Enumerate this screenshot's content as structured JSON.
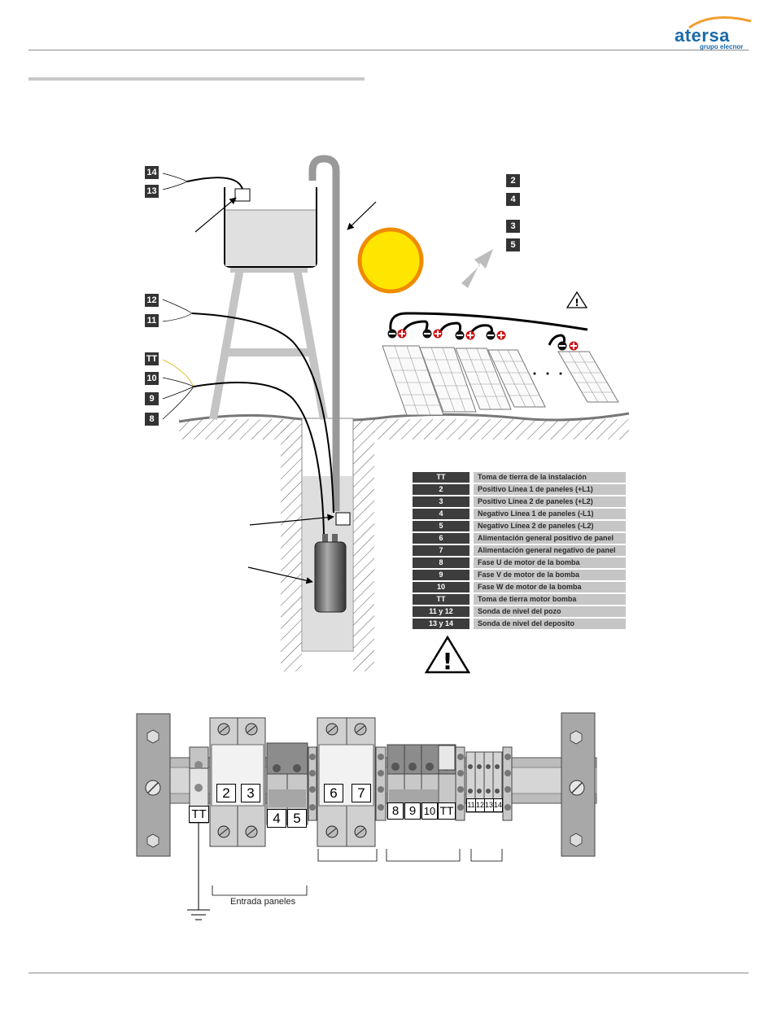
{
  "header": {
    "logo_word": "atersa",
    "logo_sub": "grupo elecnor"
  },
  "diagram_tags": {
    "t14": "14",
    "t13": "13",
    "t12": "12",
    "t11": "11",
    "tTT": "TT",
    "t10": "10",
    "t9": "9",
    "t8": "8",
    "t2": "2",
    "t4": "4",
    "t3": "3",
    "t5": "5"
  },
  "legend": [
    {
      "key": "TT",
      "desc": "Toma de tierra de la instalación"
    },
    {
      "key": "2",
      "desc": "Positivo Línea 1 de paneles (+L1)"
    },
    {
      "key": "3",
      "desc": "Positivo Línea 2 de paneles (+L2)"
    },
    {
      "key": "4",
      "desc": "Negativo Línea 1 de paneles (-L1)"
    },
    {
      "key": "5",
      "desc": "Negativo Línea 2 de paneles (-L2)"
    },
    {
      "key": "6",
      "desc": "Alimentación general positivo de panel"
    },
    {
      "key": "7",
      "desc": "Alimentación general negativo de panel"
    },
    {
      "key": "8",
      "desc": "Fase U de motor de la bomba"
    },
    {
      "key": "9",
      "desc": "Fase V de motor de la bomba"
    },
    {
      "key": "10",
      "desc": "Fase W de motor de la bomba"
    },
    {
      "key": "TT",
      "desc": "Toma de tierra motor bomba"
    },
    {
      "key": "11 y 12",
      "desc": "Sonda de nivel del pozo"
    },
    {
      "key": "13 y 14",
      "desc": "Sonda de nivel del deposito"
    }
  ],
  "terminals": {
    "tt_left": "TT",
    "b2": "2",
    "b3": "3",
    "b4": "4",
    "b5": "5",
    "b6": "6",
    "b7": "7",
    "b8": "8",
    "b9": "9",
    "b10": "10",
    "tt_right": "TT",
    "b11": "11",
    "b12": "12",
    "b13": "13",
    "b14": "14"
  },
  "caption": "Entrada paneles",
  "colors": {
    "logo_blue": "#1a6aa8",
    "logo_orange": "#f0a030",
    "sun_fill": "#ffe600",
    "sun_ring": "#f08a00",
    "tag_bg": "#333333",
    "legend_desc_bg": "#c6c6c6"
  }
}
